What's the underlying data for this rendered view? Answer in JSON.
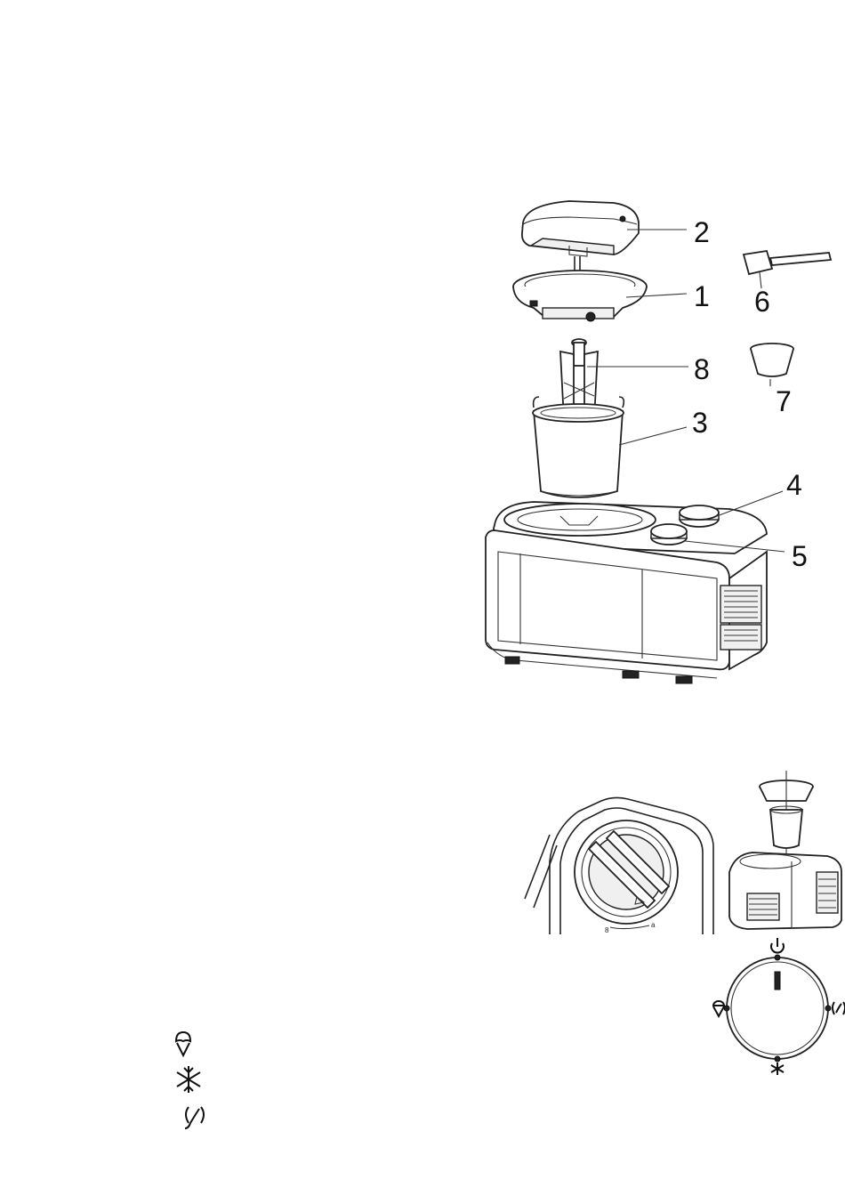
{
  "parts": [
    {
      "number": "2",
      "name": "lid"
    },
    {
      "number": "1",
      "name": "bowl-cover"
    },
    {
      "number": "6",
      "name": "spatula"
    },
    {
      "number": "7",
      "name": "measuring-cup"
    },
    {
      "number": "8",
      "name": "paddle"
    },
    {
      "number": "3",
      "name": "bowl"
    },
    {
      "number": "4",
      "name": "knob-upper"
    },
    {
      "number": "5",
      "name": "knob-lower"
    }
  ],
  "icons": {
    "legend": [
      "ice-cream-icon",
      "snowflake-icon",
      "mixing-icon"
    ],
    "dial": [
      "power-icon",
      "ice-cream-icon",
      "mixing-icon",
      "snowflake-icon"
    ]
  },
  "dial_pointer": "I"
}
